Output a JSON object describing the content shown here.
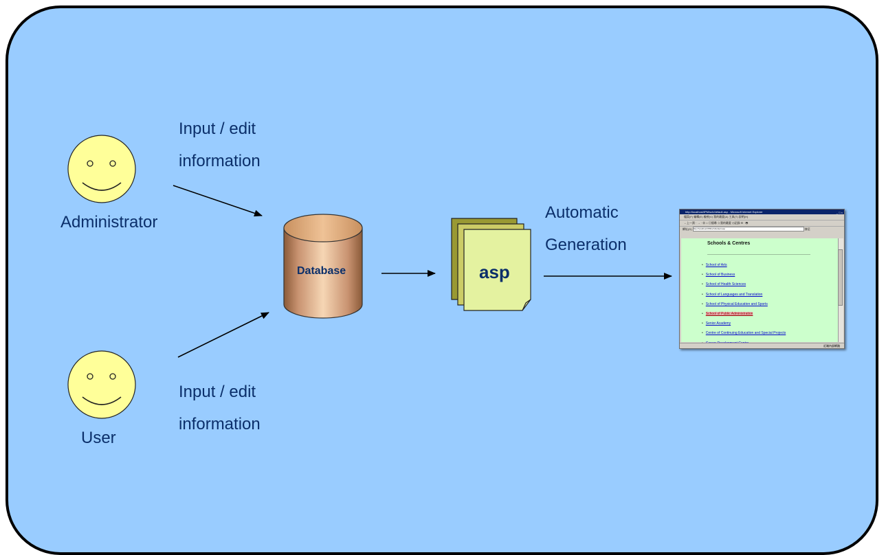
{
  "labels": {
    "input_edit_top_line1": "Input / edit",
    "input_edit_top_line2": "information",
    "administrator": "Administrator",
    "user": "User",
    "input_edit_bottom_line1": "Input / edit",
    "input_edit_bottom_line2": "information",
    "database": "Database",
    "asp": "asp",
    "automatic": "Automatic",
    "generation": "Generation"
  },
  "browser": {
    "title": "http://localhost/IPM/sch/default.asp - Microsoft Internet Explorer",
    "menu": "檔案(F)   編輯(E)   檢視(V)   我的最愛(A)   工具(T)   說明(H)",
    "toolbar": "←上一頁 · → · ⊗  ⌂  ◎搜尋  ☆我的最愛  ◷記錄  ✉ · 🖶",
    "address_label": "網址(D)",
    "address_value": "http://localhost/IPM/sch/default.asp",
    "go_label": "移至",
    "heading": "Schools & Centres",
    "links": [
      "School of Arts",
      "School of Business",
      "School of Health Sciences",
      "School of Languages and Translation",
      "School of Physical Education and Sports",
      "School of Public Administration",
      "Senior Academy",
      "Centre of Continuing Education and Special Projects",
      "Career Development Centre"
    ],
    "status": "近端內部網路"
  },
  "colors": {
    "background": "#99ccff",
    "face_fill": "#ffff99",
    "database_fill": "#d9a37a",
    "asp_fill": "#e4f2a0",
    "asp_back_fill": "#999933",
    "page_fill": "#ccffcc",
    "text": "#0b2f6a"
  }
}
